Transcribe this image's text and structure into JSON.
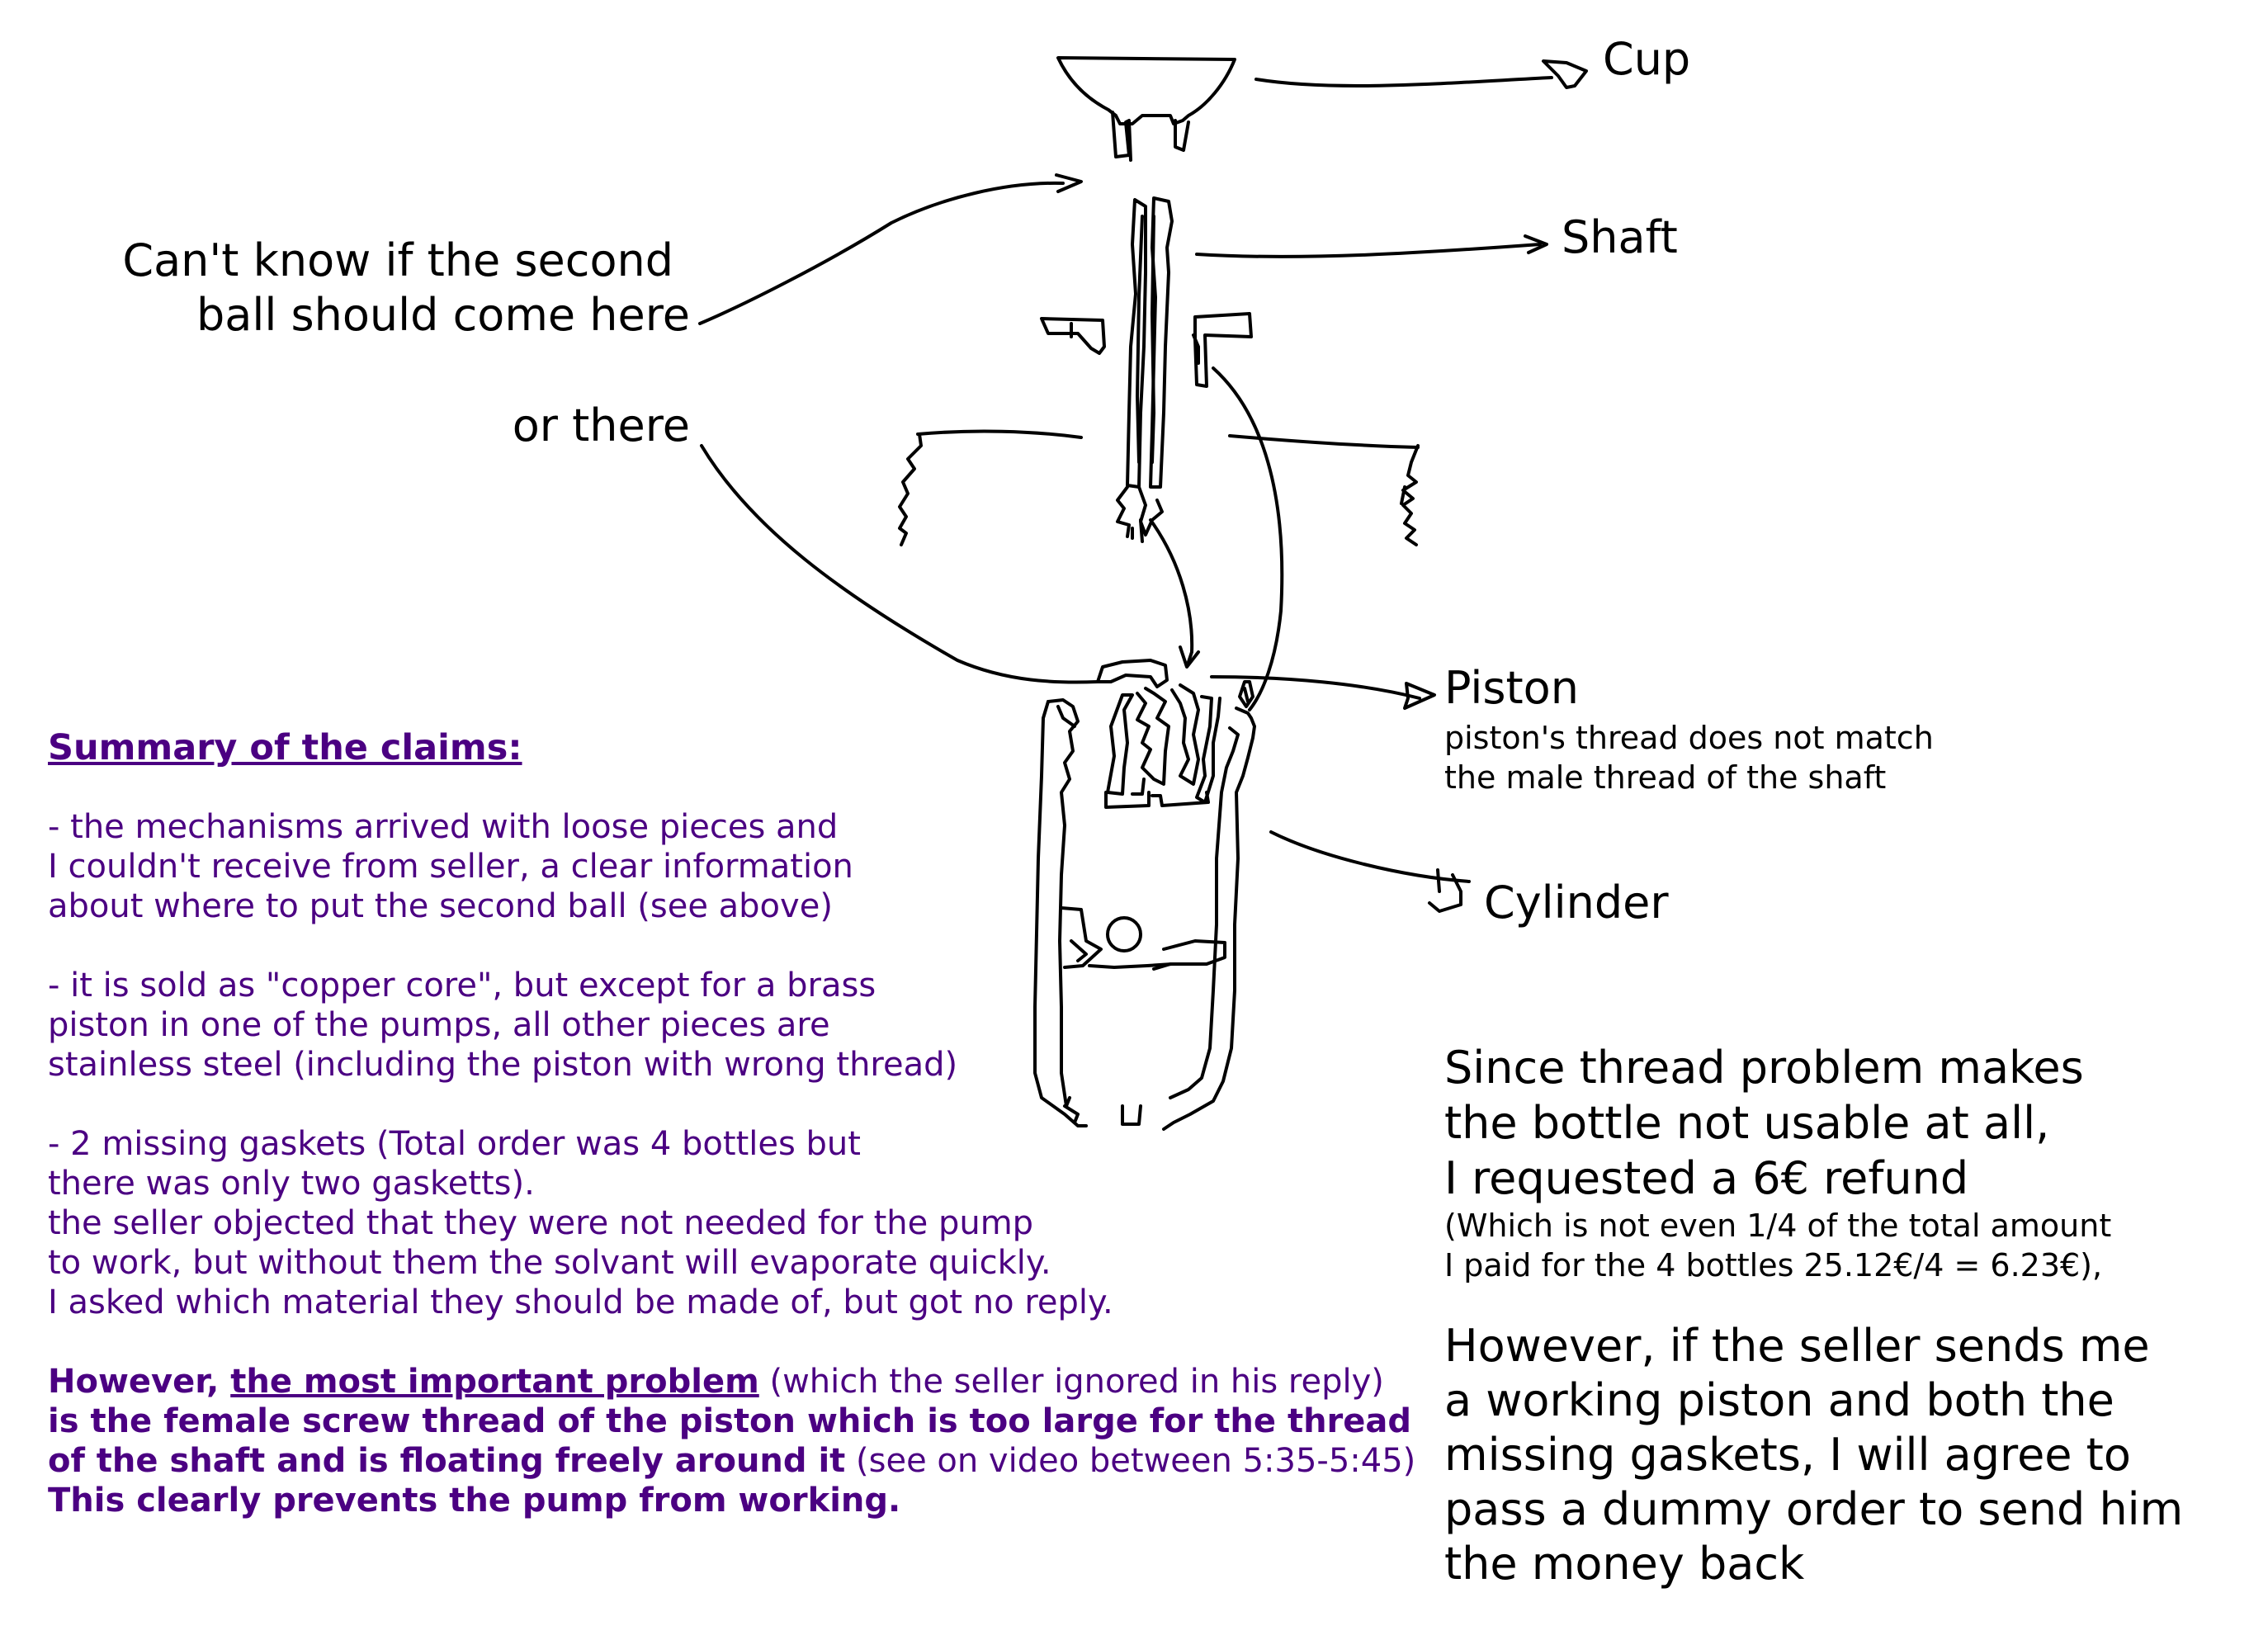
{
  "labels": {
    "cup": "Cup",
    "shaft": "Shaft",
    "piston": "Piston",
    "piston_note_1": "piston's thread does not match",
    "piston_note_2": "the male thread of the shaft",
    "cylinder": "Cylinder",
    "ball_question_1": "Can't know if the second",
    "ball_question_2": "ball should come here",
    "or_there": "or there"
  },
  "summary": {
    "heading": "Summary of the claims:",
    "claim1": [
      "- the mechanisms arrived with loose pieces and",
      "I couldn't receive from seller, a clear information",
      "about where to put the second ball (see above)"
    ],
    "claim2": [
      "- it is sold as \"copper core\", but except for a brass",
      "piston in one of the pumps, all other pieces are",
      "stainless steel (including the piston with wrong thread)"
    ],
    "claim3": [
      "- 2 missing gaskets (Total order was 4 bottles but",
      "there was only two gasketts).",
      "the seller objected that they were not needed for the pump",
      "to work, but without them the solvant will evaporate quickly.",
      "I asked which material they should be made of, but got no reply."
    ],
    "important": {
      "lead": "However, ",
      "underlined": "the most important problem",
      "aside": " (which the seller ignored in his reply)",
      "line2": "is the female screw thread of the piston which is too large for the thread",
      "line3_bold": "of the shaft and is floating freely around it",
      "line3_note": " (see on video between 5:35-5:45)",
      "line4": "This clearly prevents the pump from working."
    }
  },
  "refund": {
    "line1": "Since thread problem makes",
    "line2": "the bottle not usable at all,",
    "line3": "I requested a 6€ refund",
    "note1": "(Which is not even 1/4 of the total amount",
    "note2": "I paid for the 4 bottles 25.12€/4 = 6.23€),"
  },
  "offer": [
    "However, if the seller sends me",
    "a working piston and both the",
    "missing gaskets, I will agree to",
    "pass a dummy order to send him",
    "the money back"
  ]
}
